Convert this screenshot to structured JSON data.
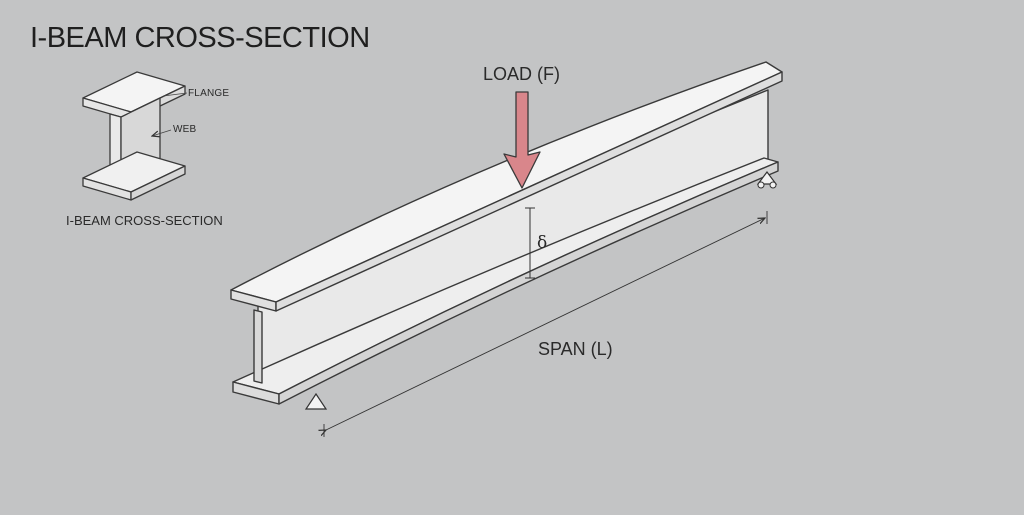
{
  "title": "I-BEAM CROSS-SECTION",
  "cross_section": {
    "caption": "I-BEAM CROSS-SECTION",
    "flange_label": "FLANGE",
    "web_label": "WEB"
  },
  "beam": {
    "load_label": "LOAD (F)",
    "deflection_label": "δ",
    "span_label": "SPAN (L)"
  },
  "colors": {
    "background": "#c3c4c5",
    "beam_face": "#ececec",
    "beam_top": "#f4f4f4",
    "outline": "#3a3a3a",
    "load_arrow": "#d9868b"
  }
}
